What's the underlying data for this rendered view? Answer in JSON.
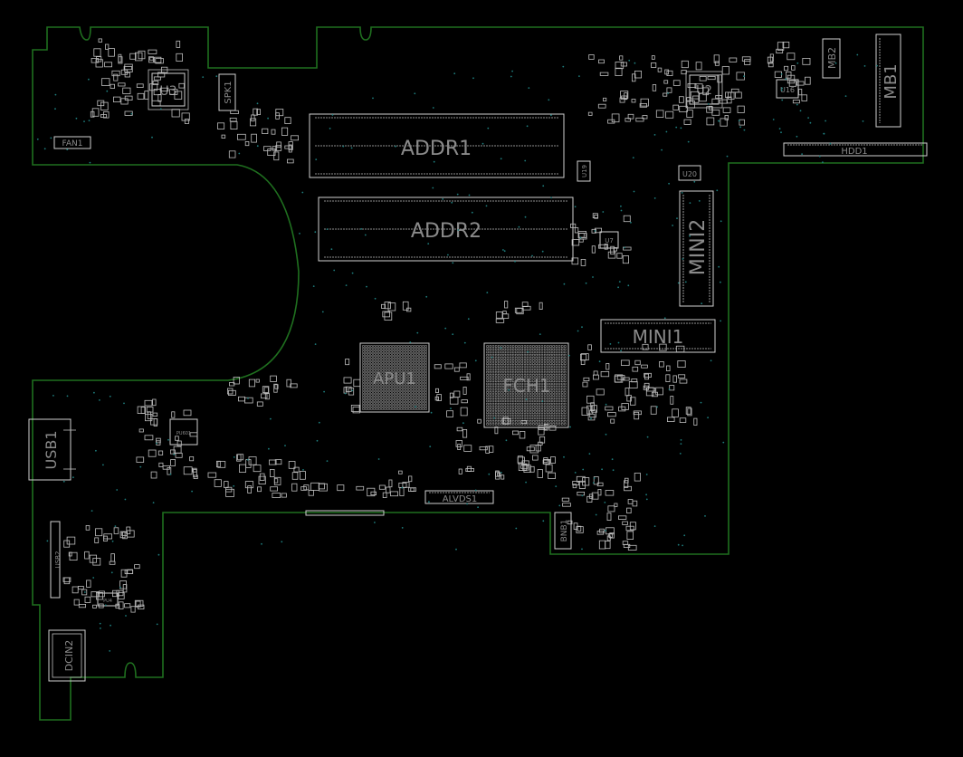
{
  "colors": {
    "background": "#000000",
    "board_outline": "#1f6f1f",
    "silkscreen": "#cfcfcf",
    "label": "#8a8a8a",
    "via": "#1e7d7d"
  },
  "labels": {
    "addr1": "ADDR1",
    "addr2": "ADDR2",
    "mini1": "MINI1",
    "mini2": "MINI2",
    "mb1": "MB1",
    "mb2": "MB2",
    "hdd1": "HDD1",
    "u2": "U2",
    "u3": "U3",
    "u16": "U16",
    "u19": "U19",
    "u20": "U20",
    "u7": "U7",
    "apu1": "APU1",
    "fch1": "FCH1",
    "fan1": "FAN1",
    "spk1": "SPK1",
    "usb1": "USB1",
    "alvds1": "ALVDS1",
    "bnb1": "BNB1",
    "dcin2": "DCIN2",
    "pu601": "PU601",
    "pu4": "PU4",
    "usb2": "USB2"
  }
}
